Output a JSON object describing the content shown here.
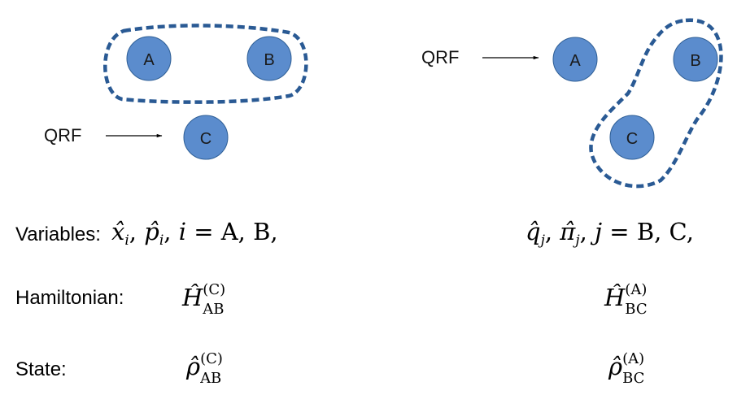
{
  "colors": {
    "node_fill": "#5b8ccd",
    "node_stroke": "#2f5f96",
    "region_stroke": "#2a5a94",
    "arrow": "#000000"
  },
  "left": {
    "qrf_label": "QRF",
    "nodes": [
      "A",
      "B",
      "C"
    ]
  },
  "right": {
    "qrf_label": "QRF",
    "nodes": [
      "A",
      "B",
      "C"
    ]
  },
  "rows": {
    "variables": {
      "label": "Variables:",
      "left": {
        "x_hat": "x̂",
        "p_hat": "p̂",
        "index": "i",
        "idx_var": "i",
        "rhs": "= A, B,"
      },
      "right": {
        "q_hat": "q̂",
        "pi_hat": "π̂",
        "index": "j",
        "idx_var": "j",
        "rhs": "= B, C,"
      }
    },
    "hamiltonian": {
      "label": "Hamiltonian:",
      "left": {
        "symbol": "Ĥ",
        "sup": "(C)",
        "sub": "AB"
      },
      "right": {
        "symbol": "Ĥ",
        "sup": "(A)",
        "sub": "BC"
      }
    },
    "state": {
      "label": "State:",
      "left": {
        "symbol": "ρ̂",
        "sup": "(C)",
        "sub": "AB"
      },
      "right": {
        "symbol": "ρ̂",
        "sup": "(A)",
        "sub": "BC"
      }
    }
  }
}
